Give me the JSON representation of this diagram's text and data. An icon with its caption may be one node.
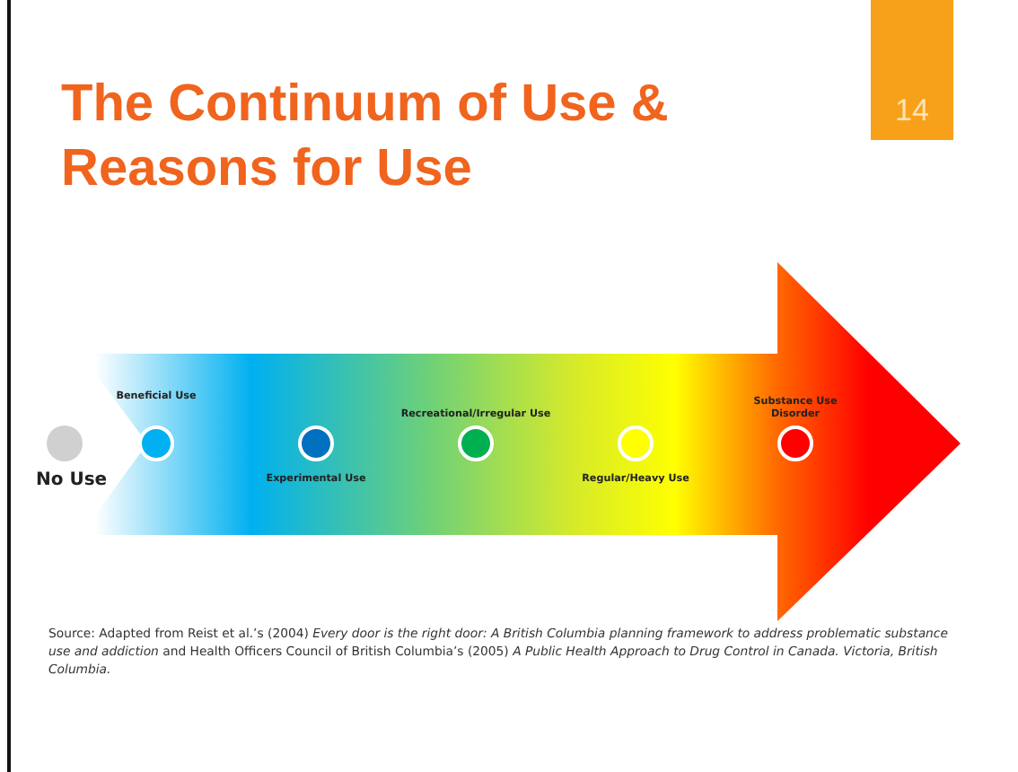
{
  "diagram": {
    "title": "The Continuum of Use & Reasons for Use",
    "nodes": [
      {
        "text": [
          "No Use"
        ]
      },
      {
        "text": [
          "Beneficial Use"
        ]
      },
      {
        "text": [
          "Experimental Use"
        ]
      },
      {
        "text": [
          "Recreational/Irregular Use"
        ]
      },
      {
        "text": [
          "Regular/Heavy Use"
        ]
      },
      {
        "text": [
          "Substance Use Disorder"
        ]
      }
    ],
    "labels": [
      "14"
    ],
    "caption": "Source: Adapted from Reist et al.’s (2004) *Every door is the right door: A British Columbia planning framework to address problematic substance use and addiction* and Health Officers Council of British Columbia’s (2005) *A Public Health Approach to Drug Control in Canada. Victoria, British Columbia.*"
  }
}
